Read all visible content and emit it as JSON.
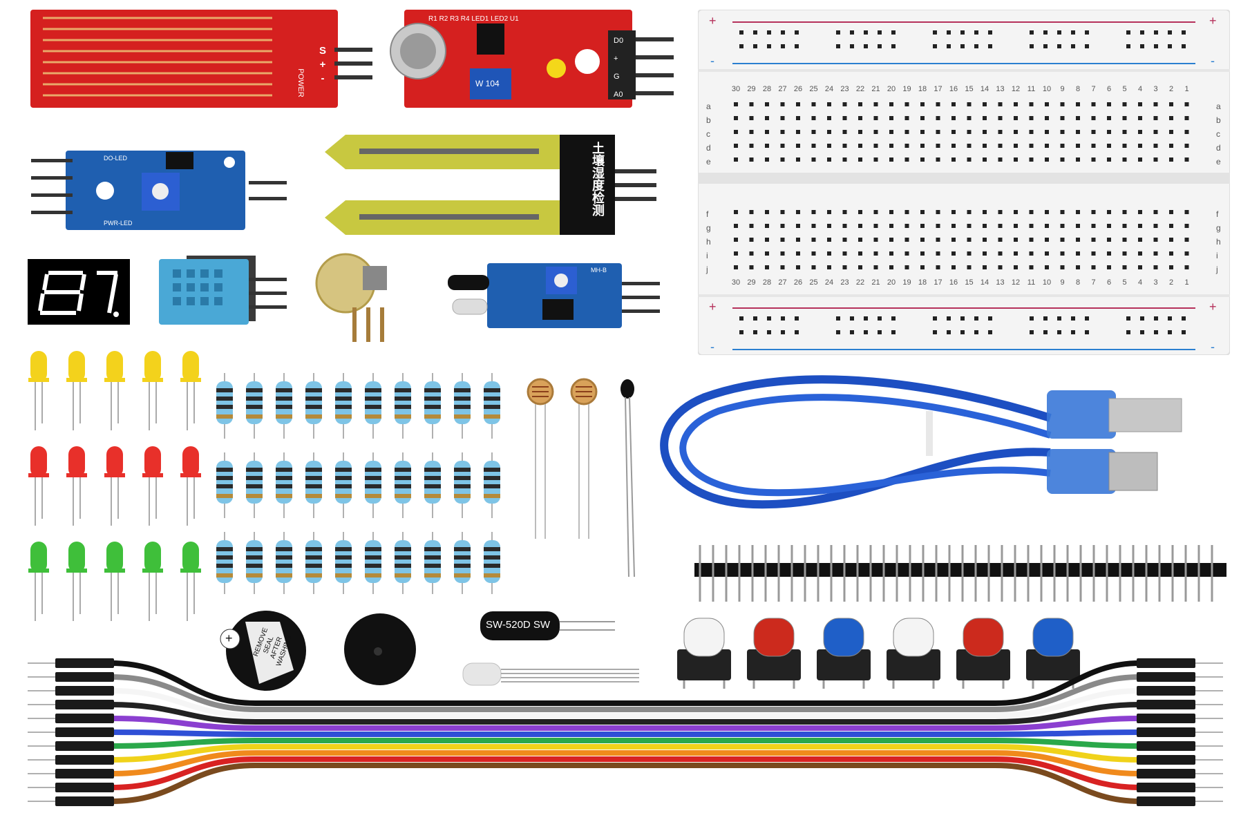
{
  "water_sensor": {
    "pins": [
      "S",
      "+",
      "-"
    ],
    "power_label": "POWER"
  },
  "sound_sensor": {
    "refs": [
      "R1",
      "R2",
      "R3",
      "R4",
      "LED1",
      "LED2",
      "U1"
    ],
    "pins": [
      "D0",
      "+",
      "G",
      "A0"
    ],
    "pot_label": "W 104"
  },
  "soil_probe": {
    "label": "土壤湿度检测"
  },
  "blue_module": {
    "labels": [
      "DO-LED",
      "PWR-LED"
    ]
  },
  "ir_module": {
    "label": "MH-B"
  },
  "tilt_switch": {
    "label": "SW-520D SW"
  },
  "buzzer": {
    "label": "REMOVE SEAL AFTER WASHING",
    "symbol": "+"
  },
  "breadboard": {
    "column_numbers": [
      "30",
      "29",
      "28",
      "27",
      "26",
      "25",
      "24",
      "23",
      "22",
      "21",
      "20",
      "19",
      "18",
      "17",
      "16",
      "15",
      "14",
      "13",
      "12",
      "11",
      "10",
      "9",
      "8",
      "7",
      "6",
      "5",
      "4",
      "3",
      "2",
      "1"
    ],
    "rows_top": [
      "a",
      "b",
      "c",
      "d",
      "e"
    ],
    "rows_bottom": [
      "f",
      "g",
      "h",
      "i",
      "j"
    ],
    "rail_plus": "+",
    "rail_minus": "-"
  },
  "colors": {
    "pcb_red": "#d5201f",
    "pcb_blue": "#1f5fb0",
    "cable_blue": "#1d4fc2",
    "led_yellow": "#f3d21c",
    "led_red": "#e8302a",
    "led_green": "#3fbf3a",
    "ribbon": [
      "#111111",
      "#8a8a8a",
      "#f5f5f5",
      "#222222",
      "#8b3fd0",
      "#2f4fd6",
      "#2aa84a",
      "#f0d21a",
      "#f08a1c",
      "#d82222",
      "#7a4a1e"
    ]
  },
  "buttons": {
    "caps": [
      "#f4f4f4",
      "#cc2a1d",
      "#1f5fc8",
      "#f4f4f4",
      "#cc2a1d",
      "#1f5fc8"
    ]
  }
}
